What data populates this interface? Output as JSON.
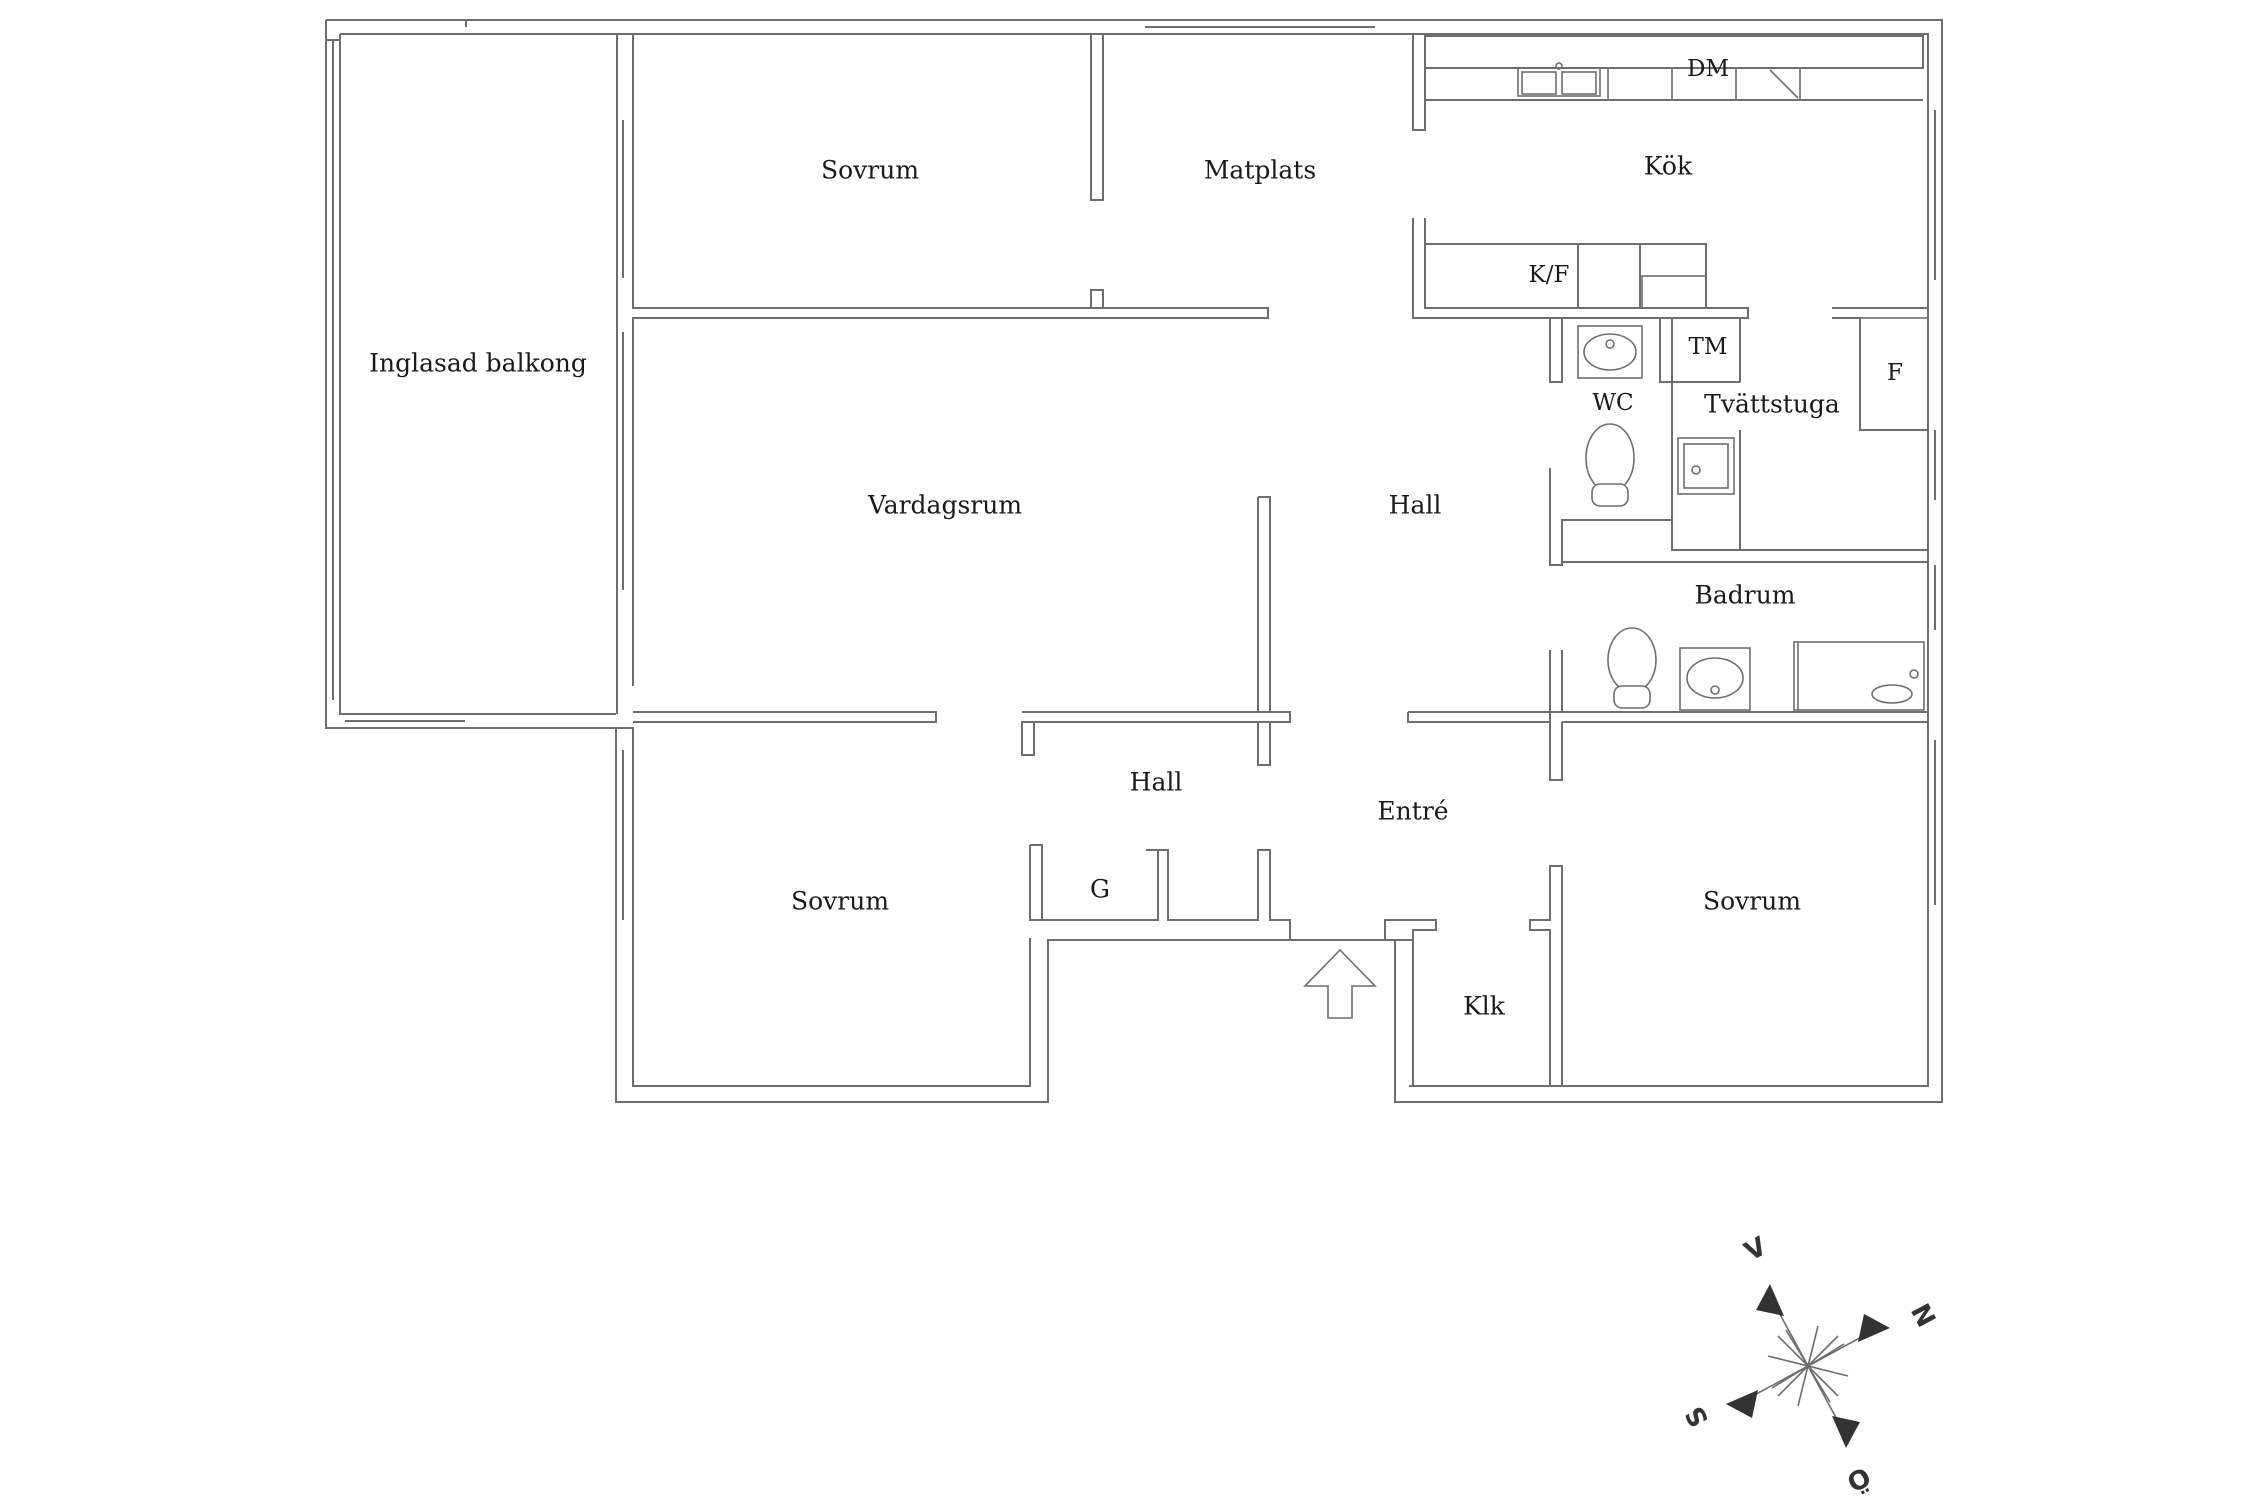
{
  "plan": {
    "rooms": {
      "balcony": "Inglasad balkong",
      "bedroom_top": "Sovrum",
      "dining": "Matplats",
      "kitchen": "Kök",
      "living": "Vardagsrum",
      "hall_main": "Hall",
      "hall_lower": "Hall",
      "entrance": "Entré",
      "wc": "WC",
      "laundry": "Tvättstuga",
      "bathroom": "Badrum",
      "bedroom_left": "Sovrum",
      "bedroom_right": "Sovrum",
      "closet_g": "G",
      "closet_klk": "Klk"
    },
    "fixtures": {
      "dishwasher": "DM",
      "fridge_freezer": "K/F",
      "dryer": "TM",
      "freezer": "F"
    }
  },
  "compass": {
    "west": "V",
    "north": "N",
    "south": "S",
    "east": "Ö"
  }
}
